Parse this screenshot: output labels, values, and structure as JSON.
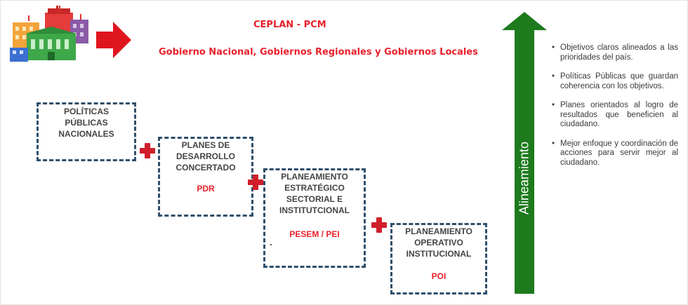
{
  "header": {
    "line1": "CEPLAN - PCM",
    "line2": "Gobierno Nacional, Gobiernos Regionales y Gobiernos Locales"
  },
  "steps": [
    {
      "lines": [
        "POLÍTICAS",
        "PÚBLICAS",
        "NACIONALES"
      ],
      "acronym": ""
    },
    {
      "lines": [
        "PLANES DE",
        "DESARROLLO",
        "CONCERTADO"
      ],
      "acronym": "PDR"
    },
    {
      "lines": [
        "PLANEAMIENTO",
        "ESTRATÉGICO",
        "SECTORIAL E",
        "INSTITUTCIONAL"
      ],
      "acronym": "PESEM / PEI"
    },
    {
      "lines": [
        "PLANEAMIENTO",
        "OPERATIVO",
        "INSTITUCIONAL"
      ],
      "acronym": "POI"
    }
  ],
  "arrow_label": "Alineamiento",
  "bullets": [
    "Objetivos claros alineados a las prioridades del país.",
    "Políticas Públicas que guardan coherencia con los objetivos.",
    "Planes orientados al logro de resultados que beneficien al ciudadano.",
    "Mejor enfoque y coordinación de acciones para servir mejor al ciudadano."
  ],
  "colors": {
    "red": "#e8212b",
    "arrow_green": "#1d7a1d",
    "box_border": "#2f4f6b"
  },
  "icons": [
    "government-buildings-icon",
    "red-arrow-right-icon",
    "plus-icon",
    "green-arrow-up-icon"
  ]
}
